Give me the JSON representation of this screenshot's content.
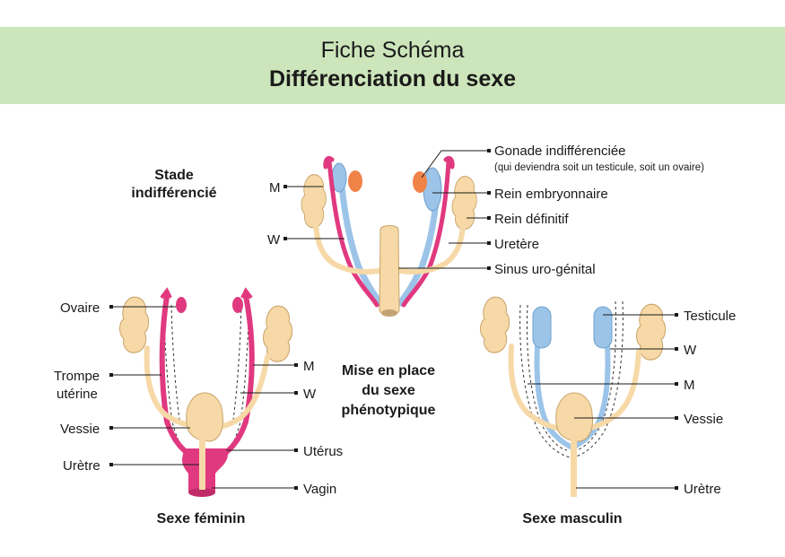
{
  "header": {
    "title": "Fiche Schéma",
    "subtitle": "Différenciation du sexe"
  },
  "colors": {
    "banner": "#cde5bb",
    "mullerian_pink": "#e0397f",
    "wolffian_blue": "#9cc4e9",
    "kidney_beige": "#f6d9a7",
    "gonad_orange": "#f08348"
  },
  "indifferent": {
    "stage_title_line1": "Stade",
    "stage_title_line2": "indifférencié",
    "label_m": "M",
    "label_w": "W",
    "gonade": "Gonade indifférenciée",
    "gonade_note": "(qui deviendra soit un testicule, soit un ovaire)",
    "rein_embryonnaire": "Rein embryonnaire",
    "rein_definitif": "Rein définitif",
    "uretere": "Uretère",
    "sinus": "Sinus uro-génital"
  },
  "center": {
    "line1": "Mise en place",
    "line2": "du sexe",
    "line3": "phénotypique"
  },
  "female": {
    "caption": "Sexe féminin",
    "ovaire": "Ovaire",
    "trompe_line1": "Trompe",
    "trompe_line2": "utérine",
    "vessie": "Vessie",
    "uretre": "Urètre",
    "label_m": "M",
    "label_w": "W",
    "uterus": "Utérus",
    "vagin": "Vagin"
  },
  "male": {
    "caption": "Sexe masculin",
    "testicule": "Testicule",
    "label_w": "W",
    "label_m": "M",
    "vessie": "Vessie",
    "uretre": "Urètre"
  }
}
